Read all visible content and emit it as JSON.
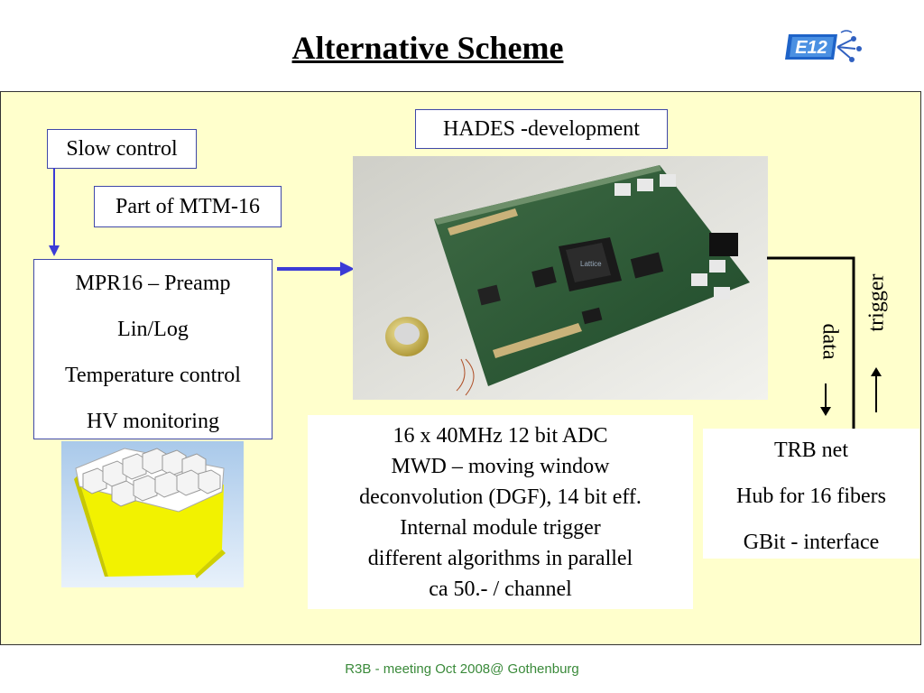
{
  "header": {
    "title": "Alternative Scheme",
    "logo_text": "E12"
  },
  "labels": {
    "slow_control": "Slow control",
    "part_of_mtm": "Part of MTM-16",
    "hades": "HADES -development",
    "trigger": "trigger",
    "data": "data"
  },
  "mpr_box": {
    "lines": [
      "MPR16 – Preamp",
      "Lin/Log",
      "Temperature control",
      "HV monitoring"
    ]
  },
  "adc_box": {
    "lines": [
      "16 x 40MHz 12 bit ADC",
      "MWD – moving window",
      "deconvolution (DGF), 14 bit eff.",
      "Internal module trigger",
      "different algorithms in parallel",
      "ca 50.- / channel"
    ]
  },
  "trb_box": {
    "lines": [
      "TRB net",
      "Hub for 16 fibers",
      "GBit - interface"
    ]
  },
  "footer": {
    "text": "R3B  - meeting  Oct 2008@ Gothenburg"
  },
  "colors": {
    "panel_bg": "#ffffcc",
    "arrow_blue": "#3b3bd6",
    "box_border": "#3f48a8",
    "footer_green": "#3a8a3a",
    "crystal_yellow": "#f2f200"
  }
}
